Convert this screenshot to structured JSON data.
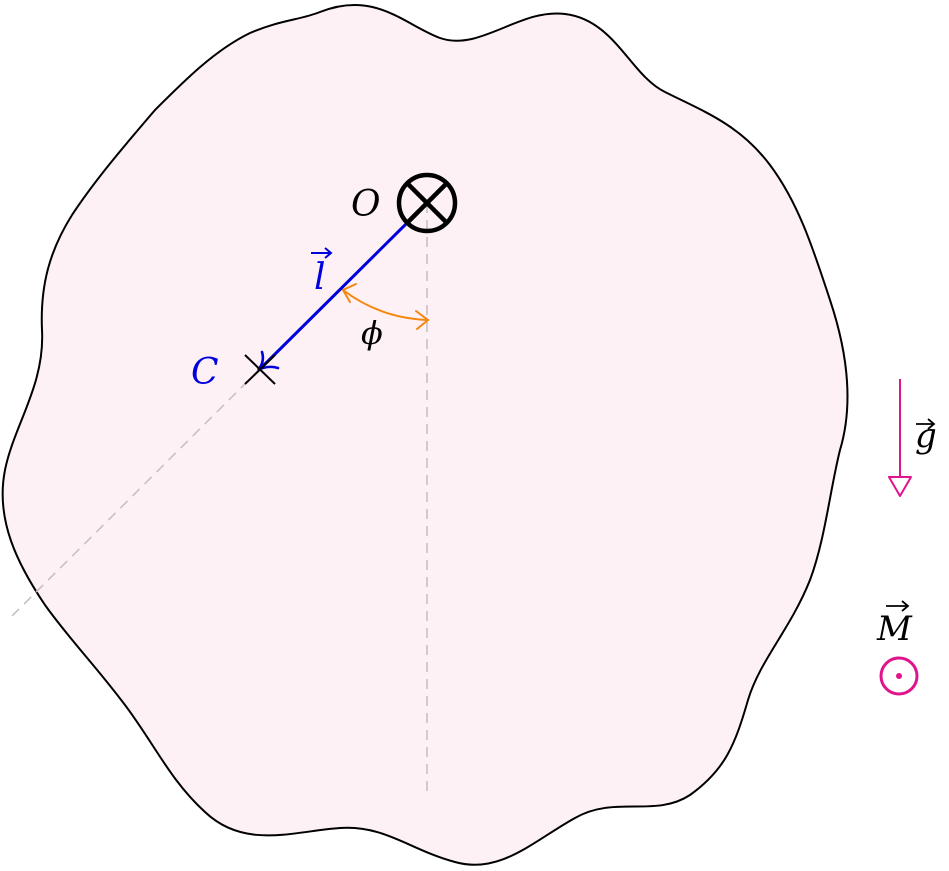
{
  "labels": {
    "pivot": "O",
    "center_of_mass": "C",
    "lever_vector": "l",
    "angle": "ϕ",
    "gravity": "g",
    "moment": "M"
  },
  "colors": {
    "body_fill": "#fdf1f6",
    "body_stroke": "#000000",
    "lever": "#0000dd",
    "angle_arc": "#f5870f",
    "field_vectors": "#e0148c",
    "guide_lines": "#c8c0c4"
  },
  "icons": {
    "pivot": "circled-times-icon",
    "center_of_mass": "cross-mark-icon",
    "moment": "circled-dot-icon",
    "gravity": "down-arrow-icon"
  }
}
